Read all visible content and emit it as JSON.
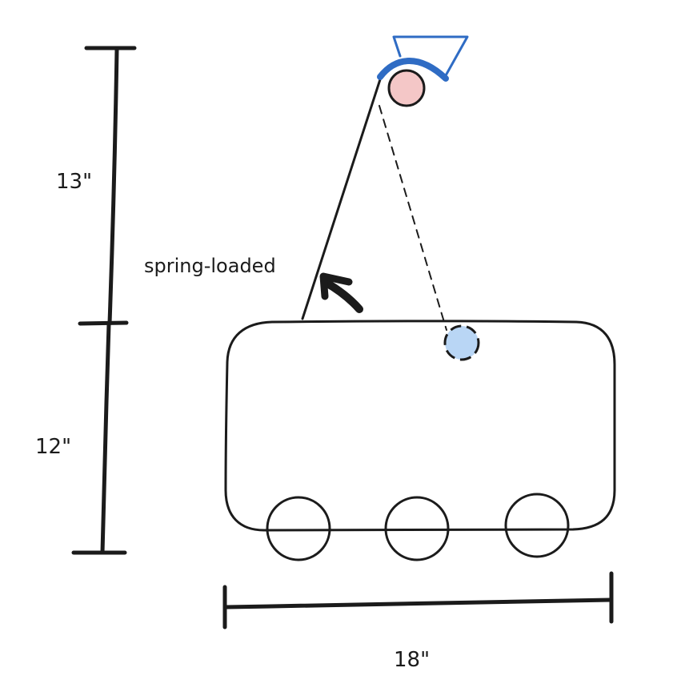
{
  "labels": {
    "height_upper": "13\"",
    "height_lower": "12\"",
    "width": "18\"",
    "annotation": "spring-loaded"
  },
  "colors": {
    "ink": "#1b1b1b",
    "flag": "#2f6cc4",
    "upper_ball": "#f4c7c7",
    "lower_ball": "#b9d6f5"
  },
  "icons": {
    "spring_arrow": "curved-arrow-icon",
    "flag": "flag-icon"
  }
}
